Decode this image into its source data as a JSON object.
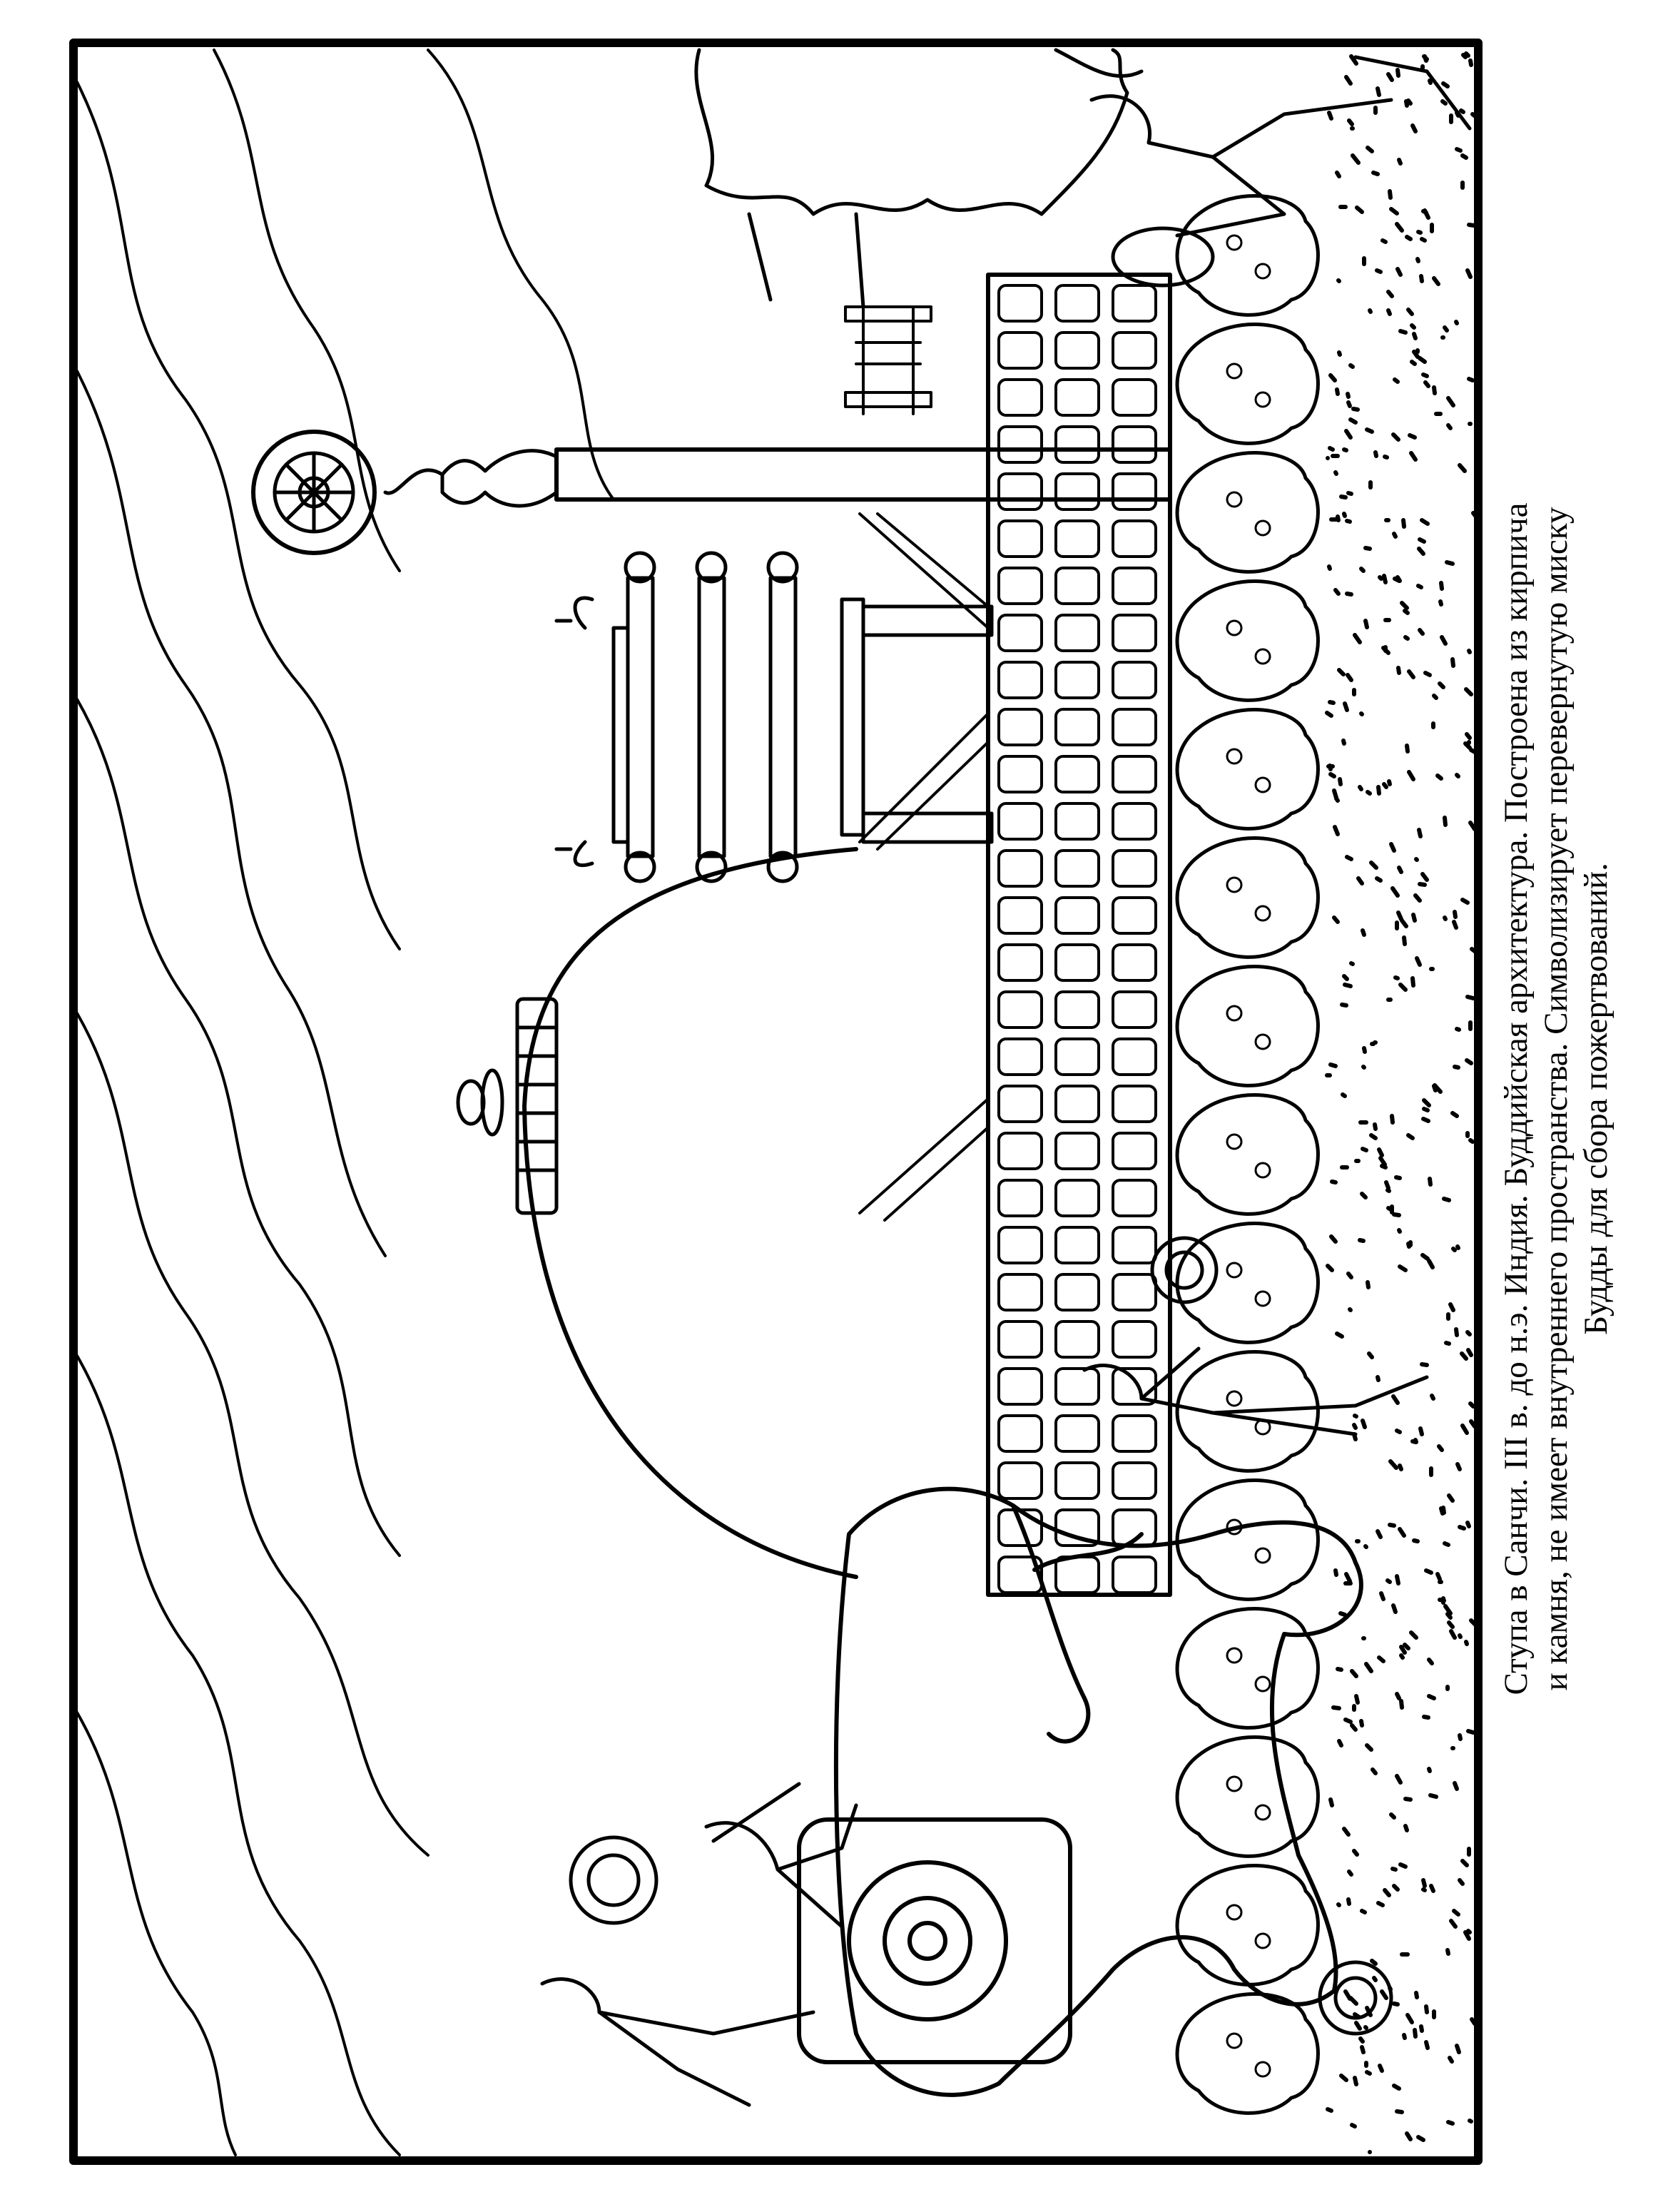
{
  "caption": {
    "lines": [
      "Ступа в Санчи. III в. до н.э. Индия. Буддийская архитектура. Построена из кирпича",
      "и камня, не имеет внутреннего пространства. Символизирует перевернутую миску",
      "Будды для сбора пожертвований."
    ]
  },
  "colors": {
    "ink": "#000000",
    "paper": "#ffffff"
  }
}
